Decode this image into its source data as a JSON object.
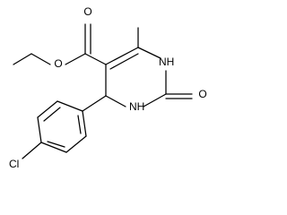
{
  "molecule": {
    "atoms": {
      "ester_oxygen_carbonyl": "O",
      "ester_oxygen_ether": "O",
      "nh_right": "NH",
      "nh_left": "NH",
      "ketone_oxygen": "O",
      "chlorine": "Cl"
    },
    "colors": {
      "bond": "#000000",
      "label": "#000000",
      "background": "#ffffff"
    }
  }
}
